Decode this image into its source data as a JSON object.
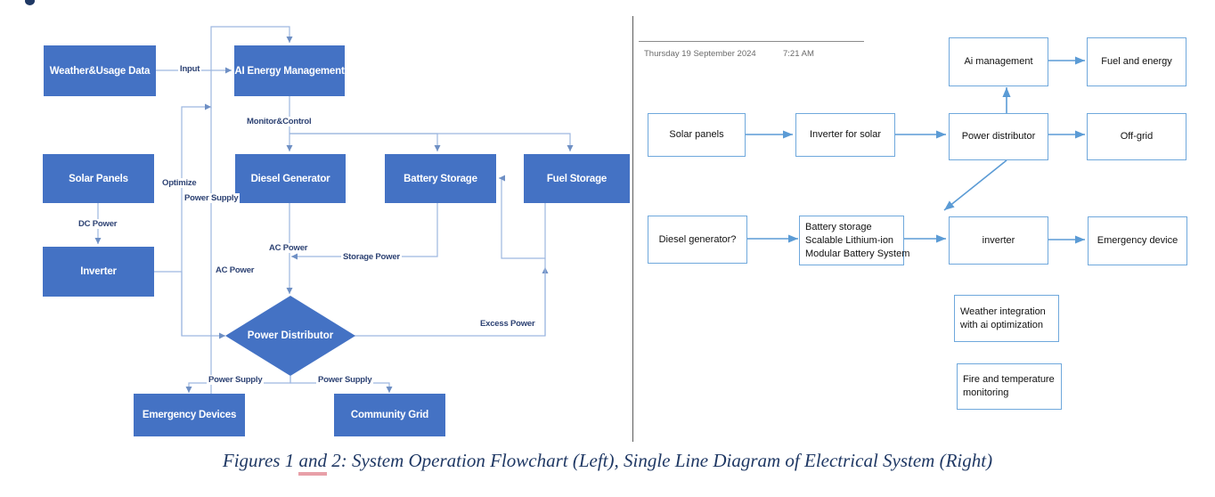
{
  "figure": {
    "caption_prefix": "Figures 1 ",
    "caption_underlined": "and",
    "caption_suffix": " 2: System Operation Flowchart (Left), Single Line Diagram of Electrical System (Right)"
  },
  "colors": {
    "box_fill": "#4472C4",
    "box_text": "#FFFFFF",
    "edge_label": "#2E4374",
    "connector": "#9DB7E0",
    "right_border": "#6FA8DC",
    "right_arrow": "#5B9BD5",
    "caption": "#1F3864",
    "caption_underline": "#E8A0A8",
    "divider": "#5A5A5A"
  },
  "left_flowchart": {
    "title": "System Operation Flowchart",
    "nodes": [
      {
        "id": "weather",
        "label": "Weather&Usage Data",
        "shape": "rect"
      },
      {
        "id": "ai",
        "label": "AI Energy Management",
        "shape": "rect"
      },
      {
        "id": "solar",
        "label": "Solar Panels",
        "shape": "rect"
      },
      {
        "id": "diesel",
        "label": "Diesel Generator",
        "shape": "rect"
      },
      {
        "id": "battery",
        "label": "Battery Storage",
        "shape": "rect"
      },
      {
        "id": "fuel",
        "label": "Fuel Storage",
        "shape": "rect"
      },
      {
        "id": "inverter",
        "label": "Inverter",
        "shape": "rect"
      },
      {
        "id": "distrib",
        "label": "Power Distributor",
        "shape": "diamond"
      },
      {
        "id": "emergency",
        "label": "Emergency Devices",
        "shape": "rect"
      },
      {
        "id": "community",
        "label": "Community Grid",
        "shape": "rect"
      }
    ],
    "edge_labels": [
      {
        "id": "input",
        "text": "Input"
      },
      {
        "id": "monitorcontrol",
        "text": "Monitor&Control"
      },
      {
        "id": "optimize",
        "text": "Optimize"
      },
      {
        "id": "powersupply-up",
        "text": "Power Supply"
      },
      {
        "id": "dcpower",
        "text": "DC Power"
      },
      {
        "id": "acpower-top",
        "text": "AC Power"
      },
      {
        "id": "storagepower",
        "text": "Storage Power"
      },
      {
        "id": "acpower-inv",
        "text": "AC Power"
      },
      {
        "id": "excesspower",
        "text": "Excess Power"
      },
      {
        "id": "powersupply-1",
        "text": "Power Supply"
      },
      {
        "id": "powersupply-2",
        "text": "Power Supply"
      }
    ]
  },
  "right_diagram": {
    "title": "Single Line Diagram of Electrical System",
    "header": {
      "date": "Thursday 19 September 2024",
      "time": "7:21 AM"
    },
    "nodes": [
      {
        "id": "solar-panels",
        "label": "Solar panels"
      },
      {
        "id": "inverter-solar",
        "label": "Inverter for solar"
      },
      {
        "id": "power-distributor",
        "label": "Power distributor"
      },
      {
        "id": "ai-management",
        "label": "Ai management"
      },
      {
        "id": "fuel-and-energy",
        "label": "Fuel and energy"
      },
      {
        "id": "off-grid",
        "label": "Off-grid"
      },
      {
        "id": "diesel-generator",
        "label": "Diesel generator?"
      },
      {
        "id": "battery-storage",
        "label": "Battery storage\nScalable Lithium-ion\nModular Battery System",
        "lines": [
          "Battery storage",
          "Scalable Lithium-ion",
          "Modular Battery System"
        ]
      },
      {
        "id": "inverter",
        "label": "inverter"
      },
      {
        "id": "emergency-device",
        "label": "Emergency device"
      },
      {
        "id": "weather-integration",
        "label": "Weather integration\nwith ai optimization",
        "lines": [
          "Weather integration",
          "with ai optimization"
        ]
      },
      {
        "id": "fire-monitoring",
        "label": "Fire and temperature\nmonitoring",
        "lines": [
          "Fire and temperature",
          "monitoring"
        ]
      }
    ]
  }
}
